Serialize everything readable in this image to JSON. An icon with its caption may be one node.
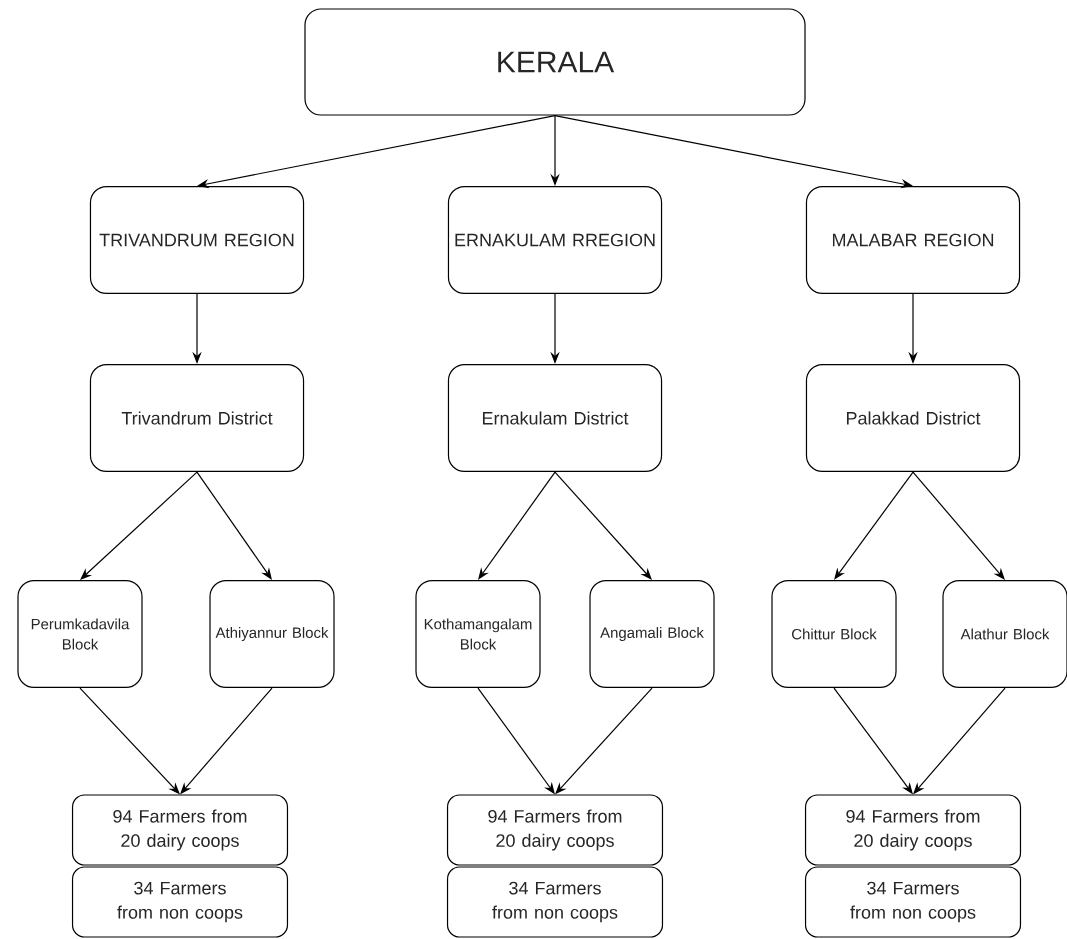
{
  "diagram": {
    "nodes": [
      {
        "text": [
          "KERALA"
        ]
      },
      {
        "text": [
          "TRIVANDRUM REGION"
        ]
      },
      {
        "text": [
          "ERNAKULAM RREGION"
        ]
      },
      {
        "text": [
          "MALABAR REGION"
        ]
      },
      {
        "text": [
          "Trivandrum District"
        ]
      },
      {
        "text": [
          "Ernakulam District"
        ]
      },
      {
        "text": [
          "Palakkad District"
        ]
      },
      {
        "text": [
          "Perumkadavila Block"
        ]
      },
      {
        "text": [
          "Athiyannur Block"
        ]
      },
      {
        "text": [
          "Kothamangalam Block"
        ]
      },
      {
        "text": [
          "Angamali Block"
        ]
      },
      {
        "text": [
          "Chittur Block"
        ]
      },
      {
        "text": [
          "Alathur Block"
        ]
      },
      {
        "text": [
          "94 Farmers from 20 dairy coops"
        ]
      },
      {
        "text": [
          "94 Farmers from 20 dairy coops"
        ]
      },
      {
        "text": [
          "94 Farmers from 20 dairy coops"
        ]
      },
      {
        "text": [
          "34 Farmers from non coops"
        ]
      },
      {
        "text": [
          "34 Farmers from non coops"
        ]
      },
      {
        "text": [
          "34 Farmers from non coops"
        ]
      }
    ],
    "edges": [
      {
        "from": 0,
        "to": 1,
        "arrow": "to"
      },
      {
        "from": 0,
        "to": 2,
        "arrow": "to"
      },
      {
        "from": 0,
        "to": 3,
        "arrow": "to"
      },
      {
        "from": 1,
        "to": 4,
        "arrow": "to"
      },
      {
        "from": 2,
        "to": 5,
        "arrow": "to"
      },
      {
        "from": 3,
        "to": 6,
        "arrow": "to"
      },
      {
        "from": 4,
        "to": 7,
        "arrow": "to"
      },
      {
        "from": 4,
        "to": 8,
        "arrow": "to"
      },
      {
        "from": 5,
        "to": 9,
        "arrow": "to"
      },
      {
        "from": 5,
        "to": 10,
        "arrow": "to"
      },
      {
        "from": 6,
        "to": 11,
        "arrow": "to"
      },
      {
        "from": 6,
        "to": 12,
        "arrow": "to"
      },
      {
        "from": 7,
        "to": 13,
        "arrow": "to"
      },
      {
        "from": 8,
        "to": 13,
        "arrow": "to"
      },
      {
        "from": 9,
        "to": 14,
        "arrow": "to"
      },
      {
        "from": 10,
        "to": 14,
        "arrow": "to"
      },
      {
        "from": 11,
        "to": 15,
        "arrow": "to"
      },
      {
        "from": 12,
        "to": 15,
        "arrow": "to"
      }
    ]
  }
}
